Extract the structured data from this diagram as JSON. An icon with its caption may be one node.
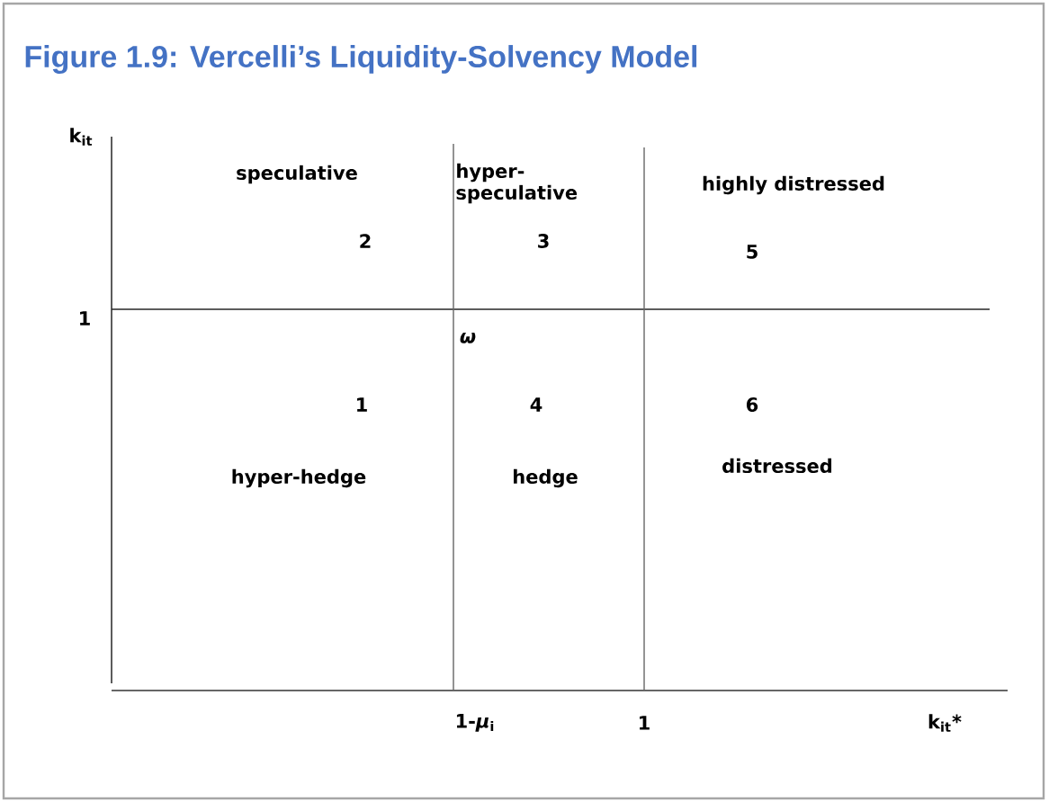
{
  "diagram": {
    "title": "Figure 1.9: Vercelli’s Liquidity-Solvency Model",
    "labels": [
      "k$_{it}$",
      "speculative",
      "hyper- speculative",
      "highly distressed",
      "2",
      "3",
      "5",
      "1",
      "ω",
      "1",
      "4",
      "6",
      "hyper-hedge",
      "hedge",
      "distressed",
      "1-*μ*$_{i}$",
      "1",
      "k$_{it}$*"
    ]
  }
}
